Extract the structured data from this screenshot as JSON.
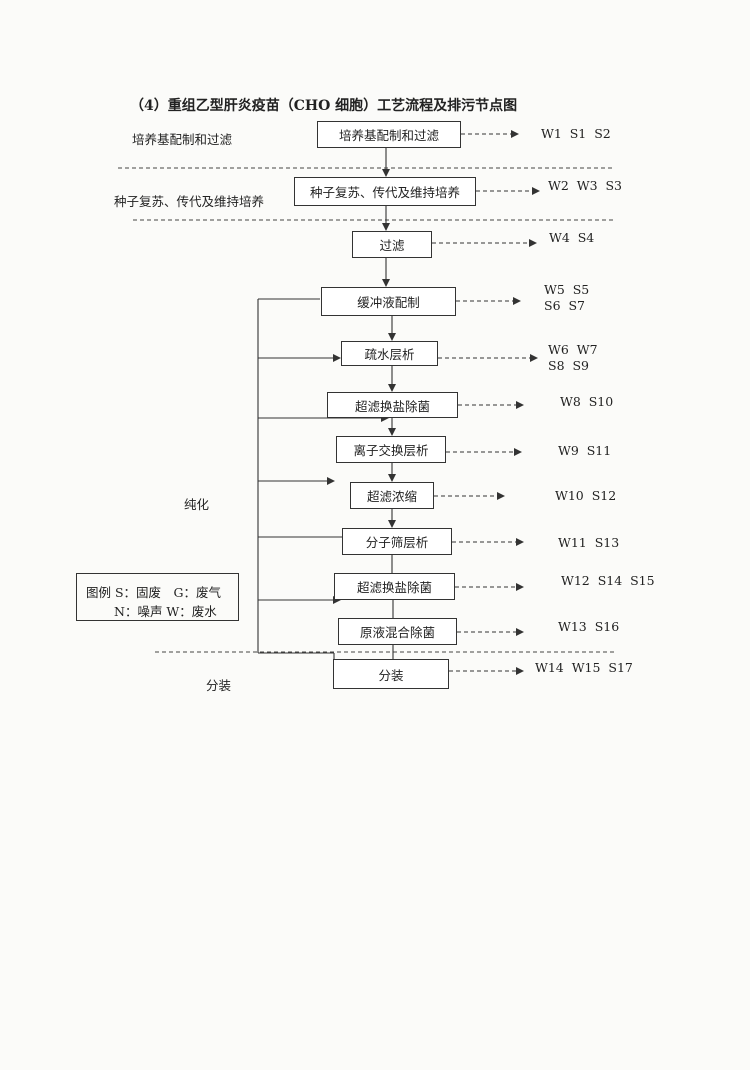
{
  "title": "（4）重组乙型肝炎疫苗（CHO 细胞）工艺流程及排污节点图",
  "stages": {
    "culture_media": "培养基配制和过滤",
    "seed": "种子复苏、传代及维持培养",
    "purification": "纯化",
    "packaging": "分装"
  },
  "steps": [
    {
      "label": "培养基配制和过滤",
      "outputs": [
        "W1  S1  S2"
      ]
    },
    {
      "label": "种子复苏、传代及维持培养",
      "outputs": [
        "W2  W3  S3"
      ]
    },
    {
      "label": "过滤",
      "outputs": [
        "W4  S4"
      ]
    },
    {
      "label": "缓冲液配制",
      "outputs": [
        "W5  S5",
        "S6  S7"
      ]
    },
    {
      "label": "疏水层析",
      "outputs": [
        "W6  W7",
        "S8  S9"
      ]
    },
    {
      "label": "超滤换盐除菌",
      "outputs": [
        "W8  S10"
      ]
    },
    {
      "label": "离子交换层析",
      "outputs": [
        "W9  S11"
      ]
    },
    {
      "label": "超滤浓缩",
      "outputs": [
        "W10  S12"
      ]
    },
    {
      "label": "分子筛层析",
      "outputs": [
        "W11  S13"
      ]
    },
    {
      "label": "超滤换盐除菌",
      "outputs": [
        "W12  S14  S15"
      ]
    },
    {
      "label": "原液混合除菌",
      "outputs": [
        "W13  S16"
      ]
    },
    {
      "label": "分装",
      "outputs": [
        "W14  W15  S17"
      ]
    }
  ],
  "legend": {
    "line1": "图例 S：固废　G：废气",
    "line2": "N：噪声 W：废水"
  }
}
